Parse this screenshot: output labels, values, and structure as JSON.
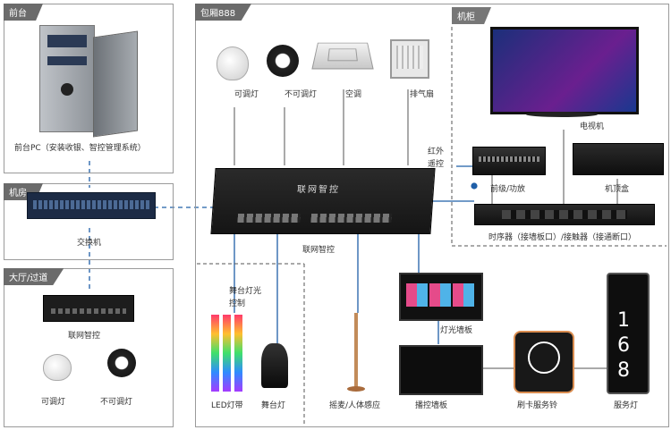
{
  "sections": {
    "front_desk": "前台",
    "server_room": "机房",
    "hall": "大厅/过道",
    "room": "包厢888",
    "cabinet": "机柜"
  },
  "labels": {
    "front_pc": "前台PC（安装收银、智控管理系统）",
    "switch": "交换机",
    "hall_controller": "联网智控",
    "hall_dim_light": "可调灯",
    "hall_nondim_light": "不可调灯",
    "dim_light": "可调灯",
    "nondim_light": "不可调灯",
    "aircon": "空调",
    "exhaust_fan": "排气扇",
    "tv": "电视机",
    "infrared_1": "红外",
    "infrared_2": "遥控",
    "amplifier": "前级/功放",
    "settop": "机顶盒",
    "sequencer": "时序器（接墙板口）/接触器（接通断口）",
    "main_controller": "联网智控",
    "stage_light_ctrl_1": "舞台灯光",
    "stage_light_ctrl_2": "控制",
    "led_strip": "LED灯带",
    "stage_light": "舞台灯",
    "mic_sensor": "摇麦/人体感应",
    "light_panel": "灯光墙板",
    "play_panel": "播控墙板",
    "card_bell": "刷卡服务铃",
    "service_light": "服务灯",
    "controller_face": "联网智控",
    "service_digits": "168"
  },
  "colors": {
    "link": "#1f5fa8",
    "line": "#555555",
    "section_tab": "#6b6b6b"
  }
}
